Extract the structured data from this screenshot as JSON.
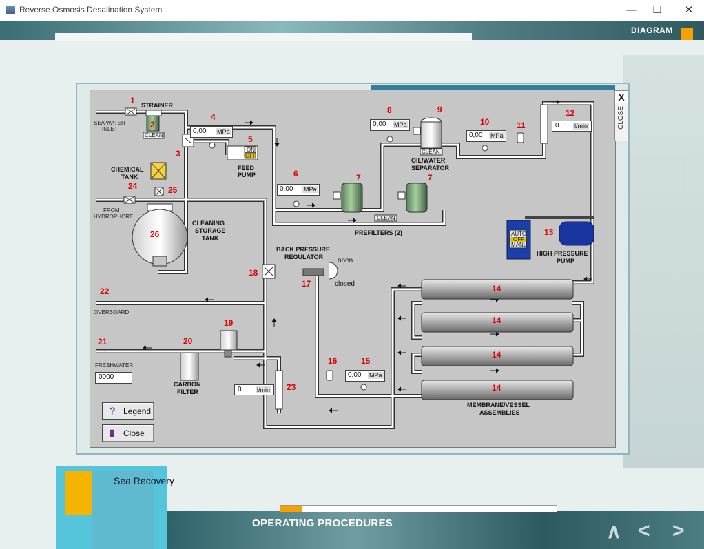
{
  "window": {
    "title": "Reverse Osmosis Desalination System",
    "minimize": "—",
    "maximize": "☐",
    "close": "✕"
  },
  "header": {
    "section": "DIAGRAM",
    "accent": "#f5a200"
  },
  "diagram": {
    "close_x": "X",
    "close_tab": "CLOSE",
    "labels": {
      "strainer": "STRAINER",
      "sea_water_inlet": [
        "SEA WATER",
        "INLET"
      ],
      "feed_pump": [
        "FEED",
        "PUMP"
      ],
      "chemical_tank": [
        "CHEMICAL",
        "TANK"
      ],
      "from_hydrophore": [
        "FROM",
        "HYDROPHORE"
      ],
      "cleaning_storage_tank": [
        "CLEANING",
        "STORAGE",
        "TANK"
      ],
      "oil_water_separator": [
        "OIL/WATER",
        "SEPARATOR"
      ],
      "prefilters": "PREFILTERS (2)",
      "high_pressure_pump": [
        "HIGH PRESSURE",
        "PUMP"
      ],
      "back_pressure_regulator": [
        "BACK PRESSURE",
        "REGULATOR"
      ],
      "open": "open",
      "closed": "closed",
      "overboard": "OVERBOARD",
      "freshwater": "FRESHWATER",
      "carbon_filter": [
        "CARBON",
        "FILTER"
      ],
      "membrane": [
        "MEMBRANE/VESSEL",
        "ASSEMBLIES"
      ],
      "clean": "CLEAN",
      "on": "ON",
      "off": "OFF",
      "auto": "AUTO",
      "manu": "MANU"
    },
    "numbers": [
      "1",
      "2",
      "3",
      "4",
      "5",
      "6",
      "7",
      "7",
      "8",
      "9",
      "10",
      "11",
      "12",
      "13",
      "14",
      "14",
      "14",
      "14",
      "15",
      "16",
      "17",
      "18",
      "19",
      "20",
      "21",
      "22",
      "23",
      "24",
      "25",
      "26"
    ],
    "gauges": {
      "g4": {
        "value": "0,00",
        "unit": "MPa"
      },
      "g6": {
        "value": "0,00",
        "unit": "MPa"
      },
      "g8": {
        "value": "0,00",
        "unit": "MPa"
      },
      "g10": {
        "value": "0,00",
        "unit": "MPa"
      },
      "g15": {
        "value": "0,00",
        "unit": "MPa"
      }
    },
    "flows": {
      "f12": {
        "value": "0",
        "unit": "l/min"
      },
      "f23": {
        "value": "0",
        "unit": "l/min"
      }
    },
    "freshwater_counter": "0000"
  },
  "buttons": {
    "legend": "Legend",
    "close": "Close"
  },
  "footer": {
    "title": "OPERATING PROCEDURES",
    "progress": 0.08,
    "thumb_logo": "Sea Recovery"
  },
  "nav": {
    "up": "∧",
    "back": "<",
    "next": ">"
  }
}
